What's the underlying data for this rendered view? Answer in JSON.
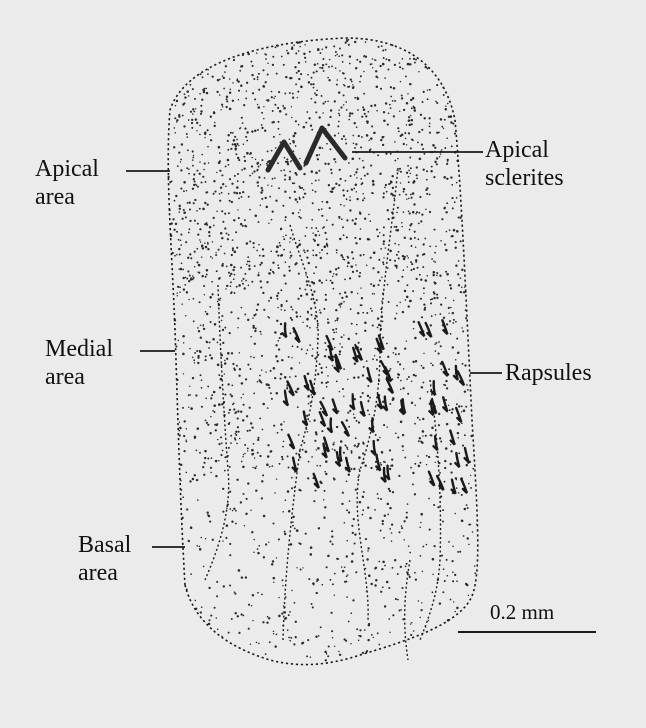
{
  "labels": {
    "apical_area": [
      "Apical",
      "area"
    ],
    "apical_sclerites": [
      "Apical",
      "sclerites"
    ],
    "medial_area": [
      "Medial",
      "area"
    ],
    "rapsules": "Rapsules",
    "basal_area": [
      "Basal",
      "area"
    ]
  },
  "scale_bar": {
    "text": "0.2 mm"
  },
  "colors": {
    "background": "#ebebeb",
    "ink": "#1a1a1a"
  }
}
